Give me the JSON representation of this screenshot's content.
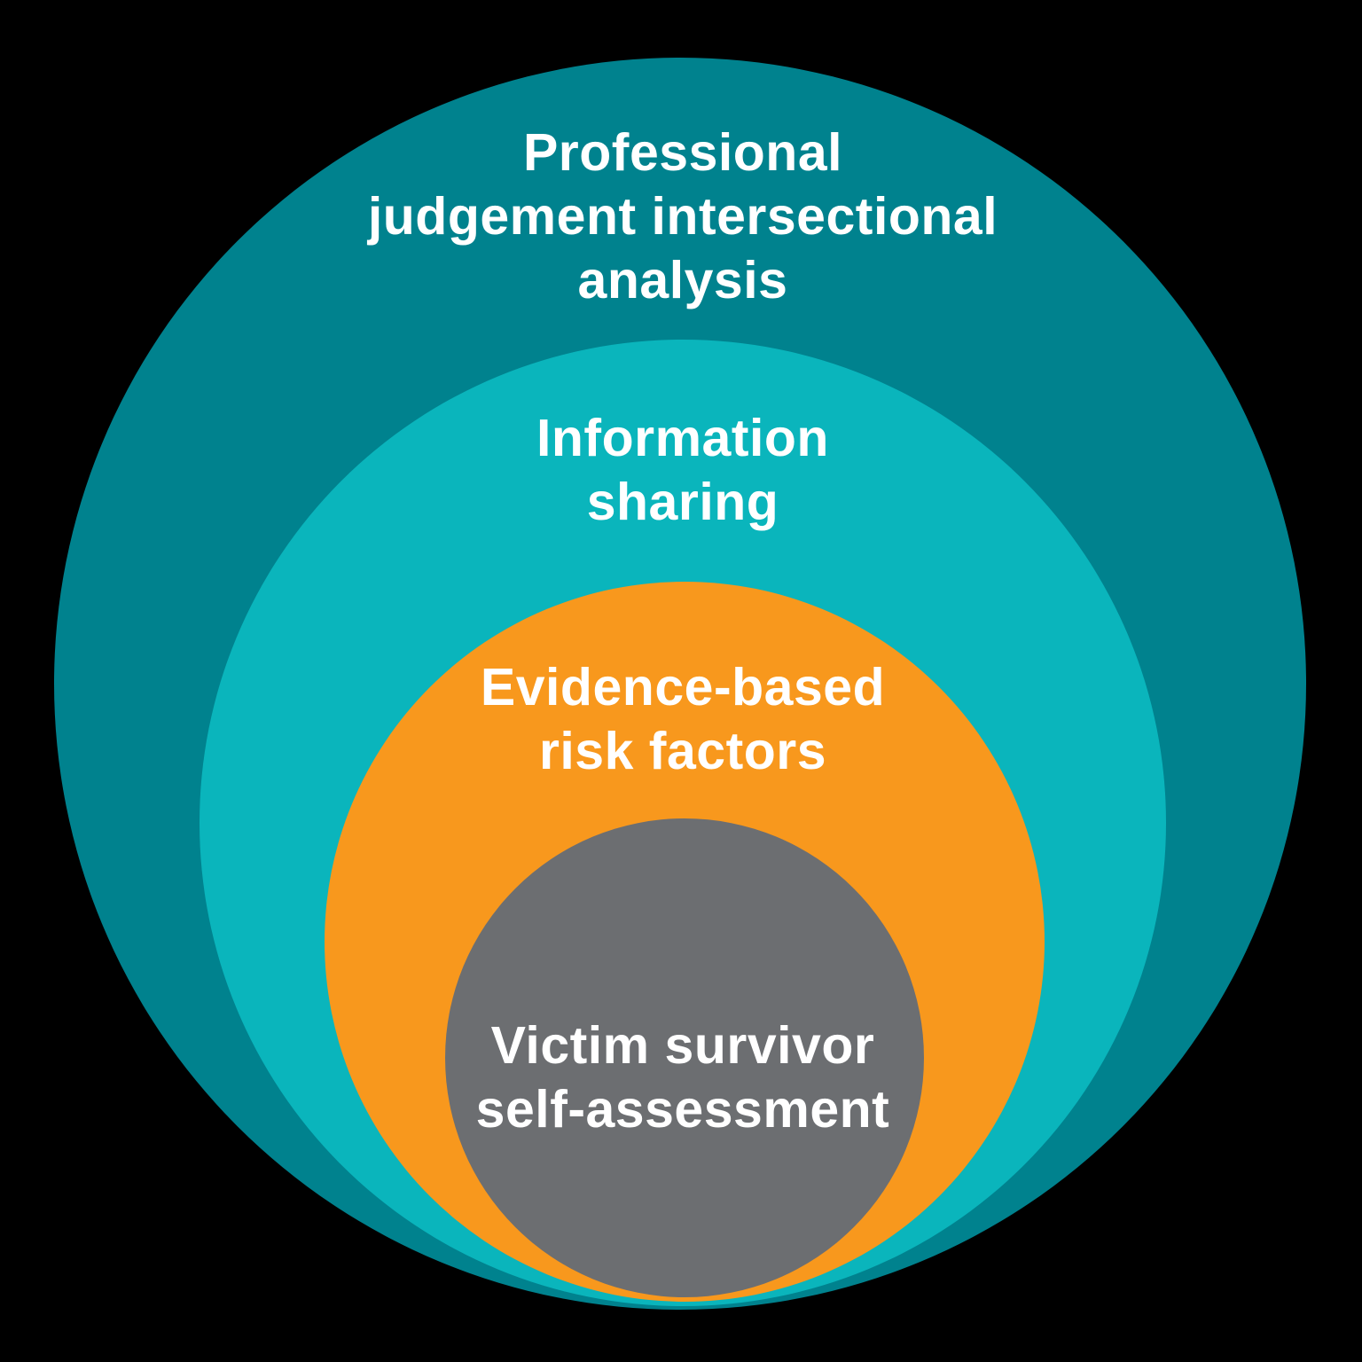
{
  "diagram": {
    "type": "nested-circles",
    "background_color": "#000000",
    "text_color": "#ffffff",
    "rings": [
      {
        "label": "Professional\njudgement intersectional\nanalysis",
        "color": "#00828E"
      },
      {
        "label": "Information\nsharing",
        "color": "#0AB5BC"
      },
      {
        "label": "Evidence-based\nrisk factors",
        "color": "#F8981D"
      },
      {
        "label": "Victim survivor\nself-assessment",
        "color": "#6C6E71"
      }
    ]
  }
}
